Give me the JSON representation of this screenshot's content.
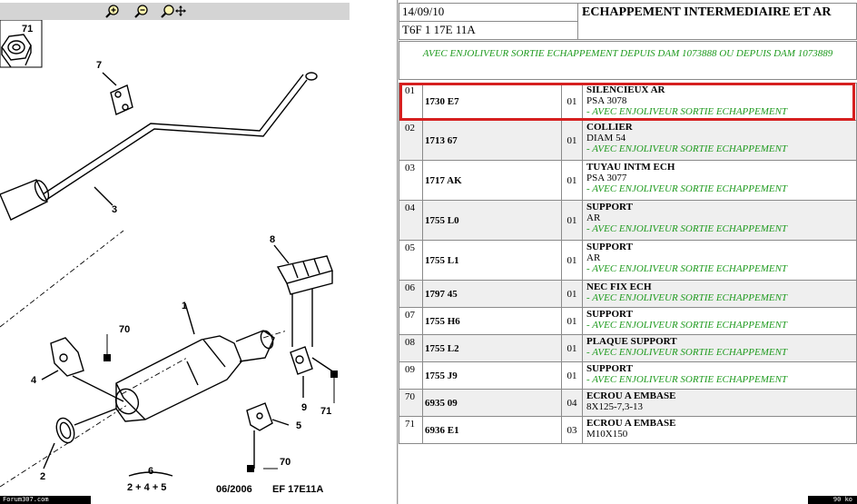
{
  "toolbar": {
    "zoom_in_icon": "zoom-in-icon",
    "zoom_out_icon": "zoom-out-icon",
    "zoom_move_icon": "zoom-move-icon"
  },
  "diagram": {
    "callouts": {
      "c1": "1",
      "c2": "2",
      "c3": "3",
      "c4": "4",
      "c5": "5",
      "c6": "6",
      "c7": "7",
      "c8": "8",
      "c9": "9",
      "c70a": "70",
      "c70b": "70",
      "c71a": "71",
      "c71b": "71"
    },
    "formula": "2 + 4 + 5",
    "date_label": "06/2006",
    "ref_label": "EF 17E11A"
  },
  "left_footer": "Forum307.com",
  "header": {
    "date": "14/09/10",
    "code": "T6F 1 17E 11A",
    "title": "ECHAPPEMENT INTERMEDIAIRE ET AR"
  },
  "note": "AVEC ENJOLIVEUR SORTIE ECHAPPEMENT DEPUIS DAM 1073888 OU DEPUIS DAM 1073889",
  "parts": [
    {
      "pos": "01",
      "ref": "1730 E7",
      "qty": "01",
      "title": "SILENCIEUX AR",
      "spec": "PSA 3078",
      "note": "- AVEC ENJOLIVEUR SORTIE ECHAPPEMENT"
    },
    {
      "pos": "02",
      "ref": "1713 67",
      "qty": "01",
      "title": "COLLIER",
      "spec": "DIAM 54",
      "note": "- AVEC ENJOLIVEUR SORTIE ECHAPPEMENT"
    },
    {
      "pos": "03",
      "ref": "1717 AK",
      "qty": "01",
      "title": "TUYAU INTM ECH",
      "spec": "PSA 3077",
      "note": "- AVEC ENJOLIVEUR SORTIE ECHAPPEMENT"
    },
    {
      "pos": "04",
      "ref": "1755 L0",
      "qty": "01",
      "title": "SUPPORT",
      "spec": "AR",
      "note": "- AVEC ENJOLIVEUR SORTIE ECHAPPEMENT"
    },
    {
      "pos": "05",
      "ref": "1755 L1",
      "qty": "01",
      "title": "SUPPORT",
      "spec": "AR",
      "note": "- AVEC ENJOLIVEUR SORTIE ECHAPPEMENT"
    },
    {
      "pos": "06",
      "ref": "1797 45",
      "qty": "01",
      "title": "NEC FIX ECH",
      "spec": "",
      "note": "- AVEC ENJOLIVEUR SORTIE ECHAPPEMENT"
    },
    {
      "pos": "07",
      "ref": "1755 H6",
      "qty": "01",
      "title": "SUPPORT",
      "spec": "",
      "note": "- AVEC ENJOLIVEUR SORTIE ECHAPPEMENT"
    },
    {
      "pos": "08",
      "ref": "1755 L2",
      "qty": "01",
      "title": "PLAQUE SUPPORT",
      "spec": "",
      "note": "- AVEC ENJOLIVEUR SORTIE ECHAPPEMENT"
    },
    {
      "pos": "09",
      "ref": "1755 J9",
      "qty": "01",
      "title": "SUPPORT",
      "spec": "",
      "note": "- AVEC ENJOLIVEUR SORTIE ECHAPPEMENT"
    },
    {
      "pos": "70",
      "ref": "6935 09",
      "qty": "04",
      "title": "ECROU A EMBASE",
      "spec": "8X125-7,3-13",
      "note": ""
    },
    {
      "pos": "71",
      "ref": "6936 E1",
      "qty": "03",
      "title": "ECROU A EMBASE",
      "spec": "M10X150",
      "note": ""
    }
  ],
  "right_footer": "90 ko",
  "colors": {
    "note_green": "#1e9a1e",
    "highlight_red": "#d62020",
    "toolbar_gray": "#d4d4d4"
  }
}
